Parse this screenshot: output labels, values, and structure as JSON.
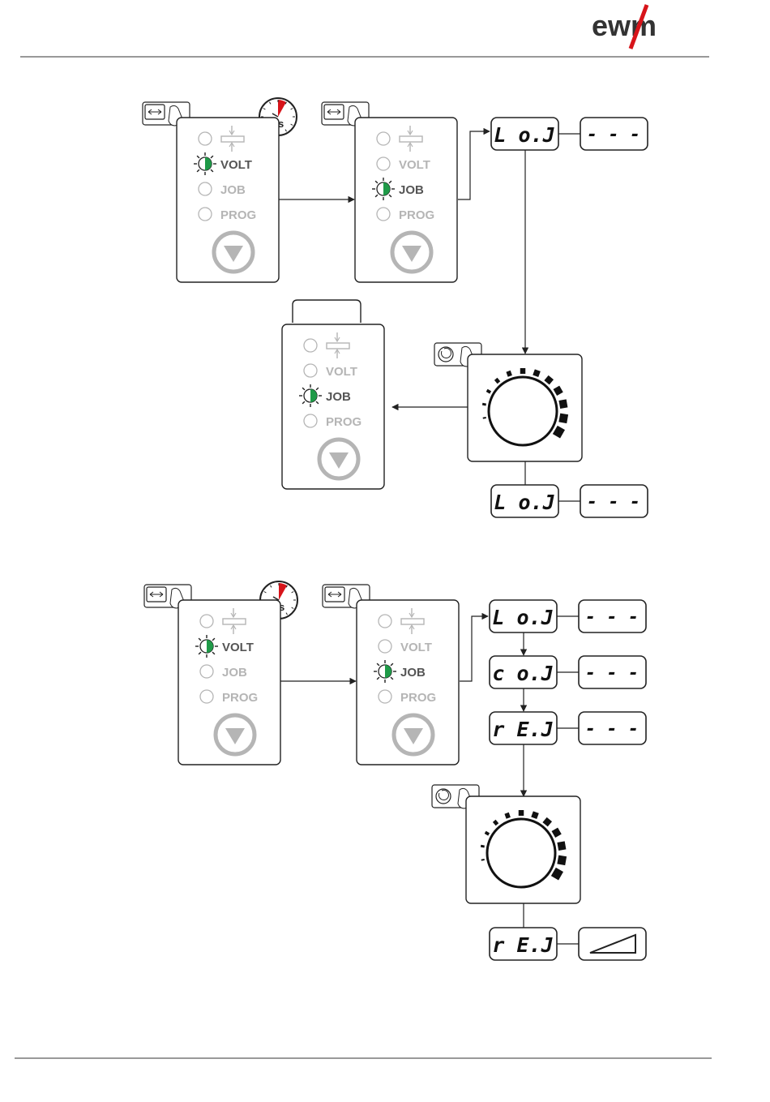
{
  "header": {
    "logo": "ewm",
    "accent_color": "#d7141a"
  },
  "panel_labels": {
    "volt": "VOLT",
    "job": "JOB",
    "prog": "PROG"
  },
  "timer": {
    "label": "2s"
  },
  "displays": {
    "lov": "L o.J",
    "cov": "c o.J",
    "rev": "r E.J",
    "dashes": "- - -"
  },
  "colors": {
    "led_on": "#1f9a48",
    "panel_border": "#222222",
    "muted": "#b5b5b5",
    "timer_red": "#d7141a"
  }
}
